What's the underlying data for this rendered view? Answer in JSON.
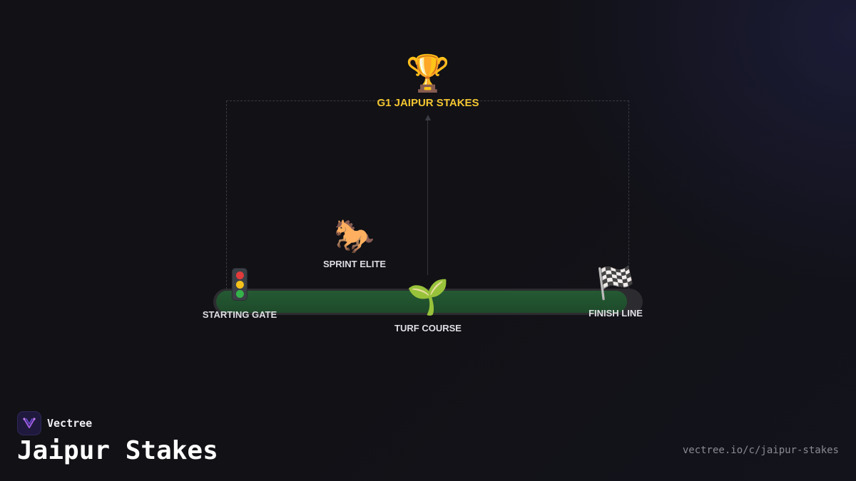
{
  "diagram": {
    "nodes": {
      "trophy": {
        "icon": "trophy-icon",
        "glyph": "🏆",
        "label": "G1 JAIPUR STAKES",
        "color": "#f2c531"
      },
      "horse": {
        "icon": "racehorse-icon",
        "glyph": "🐎",
        "label": "SPRINT ELITE"
      },
      "start": {
        "icon": "traffic-light-icon",
        "label": "STARTING GATE"
      },
      "turf": {
        "icon": "seedling-icon",
        "glyph": "🌱",
        "label": "TURF COURSE"
      },
      "finish": {
        "icon": "checkered-flag-icon",
        "glyph": "🏁",
        "label": "FINISH LINE"
      }
    },
    "colors": {
      "background": "#111116",
      "track": "#245a33",
      "label": "#dedee4"
    }
  },
  "brand": {
    "name": "Vectree",
    "logo_icon": "vectree-logo-icon"
  },
  "page": {
    "title": "Jaipur Stakes",
    "url": "vectree.io/c/jaipur-stakes"
  }
}
